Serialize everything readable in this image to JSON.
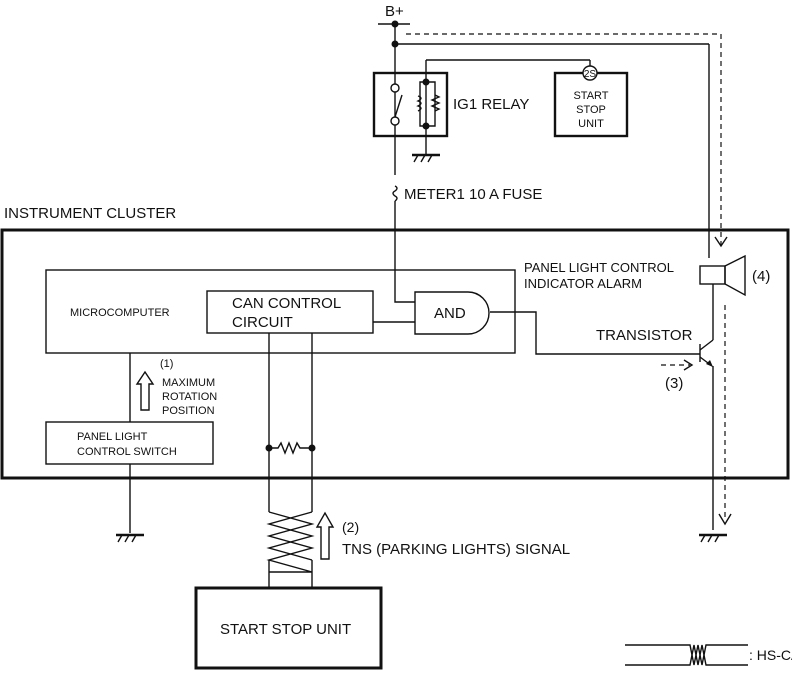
{
  "diagram": {
    "power": {
      "label": "B+"
    },
    "relay": {
      "label": "IG1 RELAY"
    },
    "start_stop_unit_top": {
      "terminal": "2S",
      "label_lines": [
        "START",
        "STOP",
        "UNIT"
      ]
    },
    "fuse": {
      "label": "METER1 10 A FUSE"
    },
    "cluster": {
      "label": "INSTRUMENT CLUSTER"
    },
    "microcomputer": {
      "label": "MICROCOMPUTER"
    },
    "can_circuit": {
      "label_lines": [
        "CAN CONTROL",
        "CIRCUIT"
      ]
    },
    "and_gate": {
      "label": "AND"
    },
    "alarm": {
      "label_lines": [
        "PANEL LIGHT CONTROL",
        "INDICATOR ALARM"
      ],
      "step": "(4)"
    },
    "transistor": {
      "label": "TRANSISTOR",
      "step": "(3)"
    },
    "switch": {
      "label_lines": [
        "PANEL LIGHT",
        "CONTROL SWITCH"
      ]
    },
    "step1": {
      "number": "(1)",
      "label_lines": [
        "MAXIMUM",
        "ROTATION",
        "POSITION"
      ]
    },
    "step2": {
      "number": "(2)",
      "label": "TNS (PARKING LIGHTS) SIGNAL"
    },
    "start_stop_unit_bottom": {
      "label": "START STOP UNIT"
    },
    "legend": {
      "label": ": HS-CAN"
    }
  }
}
